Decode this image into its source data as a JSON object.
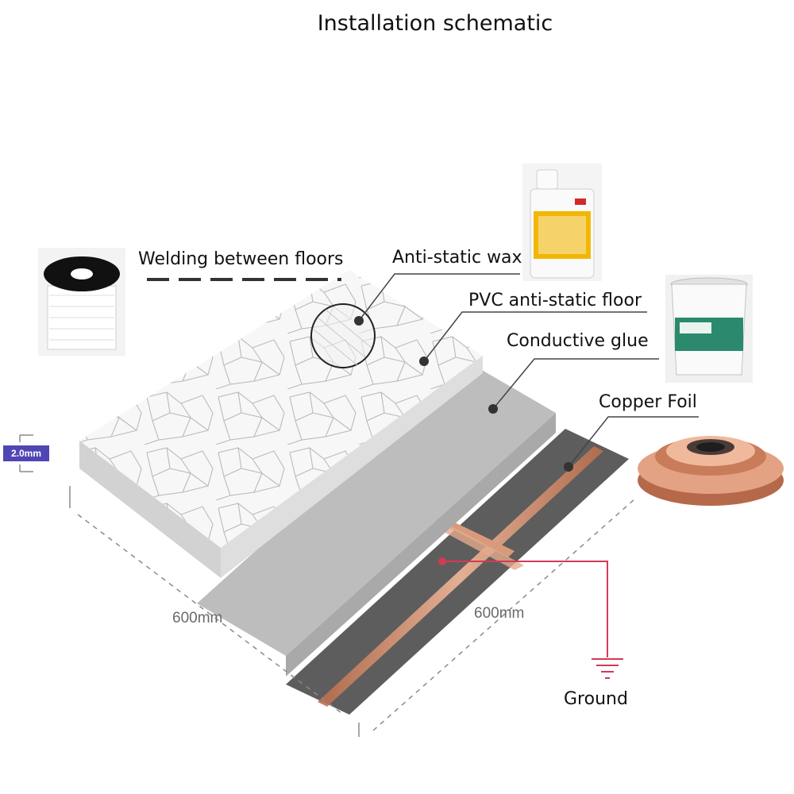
{
  "title": "Installation schematic",
  "labels": {
    "welding": "Welding between floors",
    "wax": "Anti-static wax",
    "pvc_floor": "PVC anti-static floor",
    "glue": "Conductive glue",
    "copper_foil": "Copper Foil",
    "ground": "Ground"
  },
  "dimensions": {
    "thickness": "2.0mm",
    "width_left": "600mm",
    "width_right": "600mm"
  },
  "colors": {
    "floor_top": "#f7f7f7",
    "floor_side": "#cfcfcf",
    "glue_layer": "#bdbdbd",
    "base_layer": "#5d5d5d",
    "copper": "#d89a7a",
    "ground_line": "#d23a55",
    "badge": "#4f46b4"
  }
}
